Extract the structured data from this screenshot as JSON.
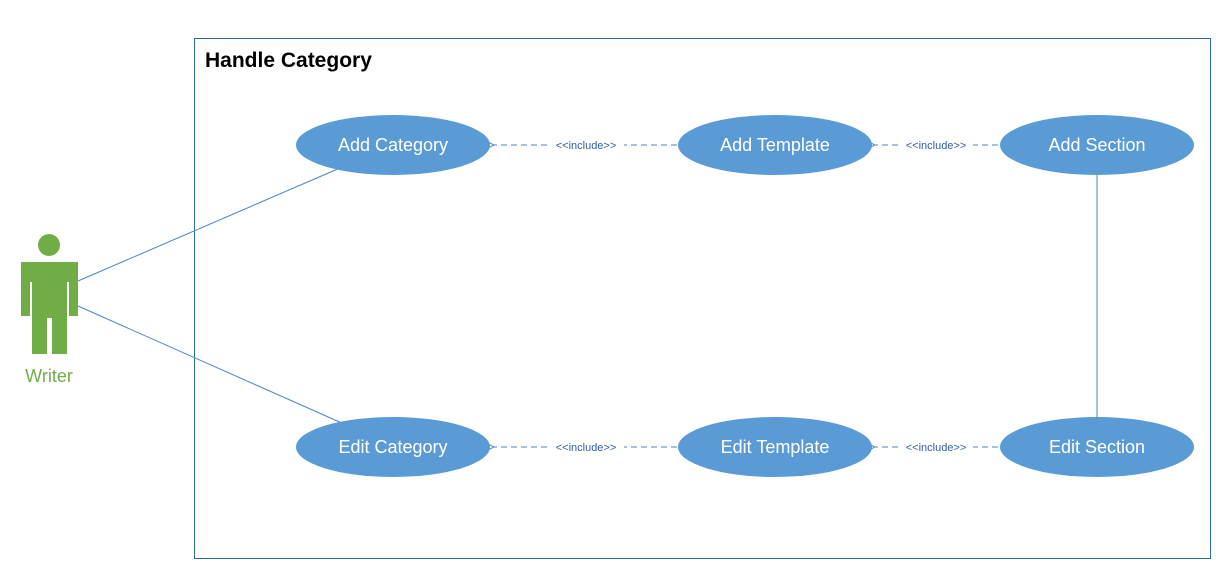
{
  "colors": {
    "usecase_fill": "#5b9bd5",
    "usecase_text": "#ffffff",
    "line": "#4a86c5",
    "include_text": "#2f5f9e",
    "boundary_stroke": "#2e6f8e",
    "actor": "#70ad47",
    "title_text": "#000000"
  },
  "system": {
    "title": "Handle Category"
  },
  "actor": {
    "name": "Writer",
    "icon": "stick-figure-person-icon"
  },
  "use_cases": {
    "add_category": "Add Category",
    "add_template": "Add Template",
    "add_section": "Add Section",
    "edit_category": "Edit Category",
    "edit_template": "Edit Template",
    "edit_section": "Edit Section"
  },
  "relations": {
    "include_label": "<<include>>"
  }
}
